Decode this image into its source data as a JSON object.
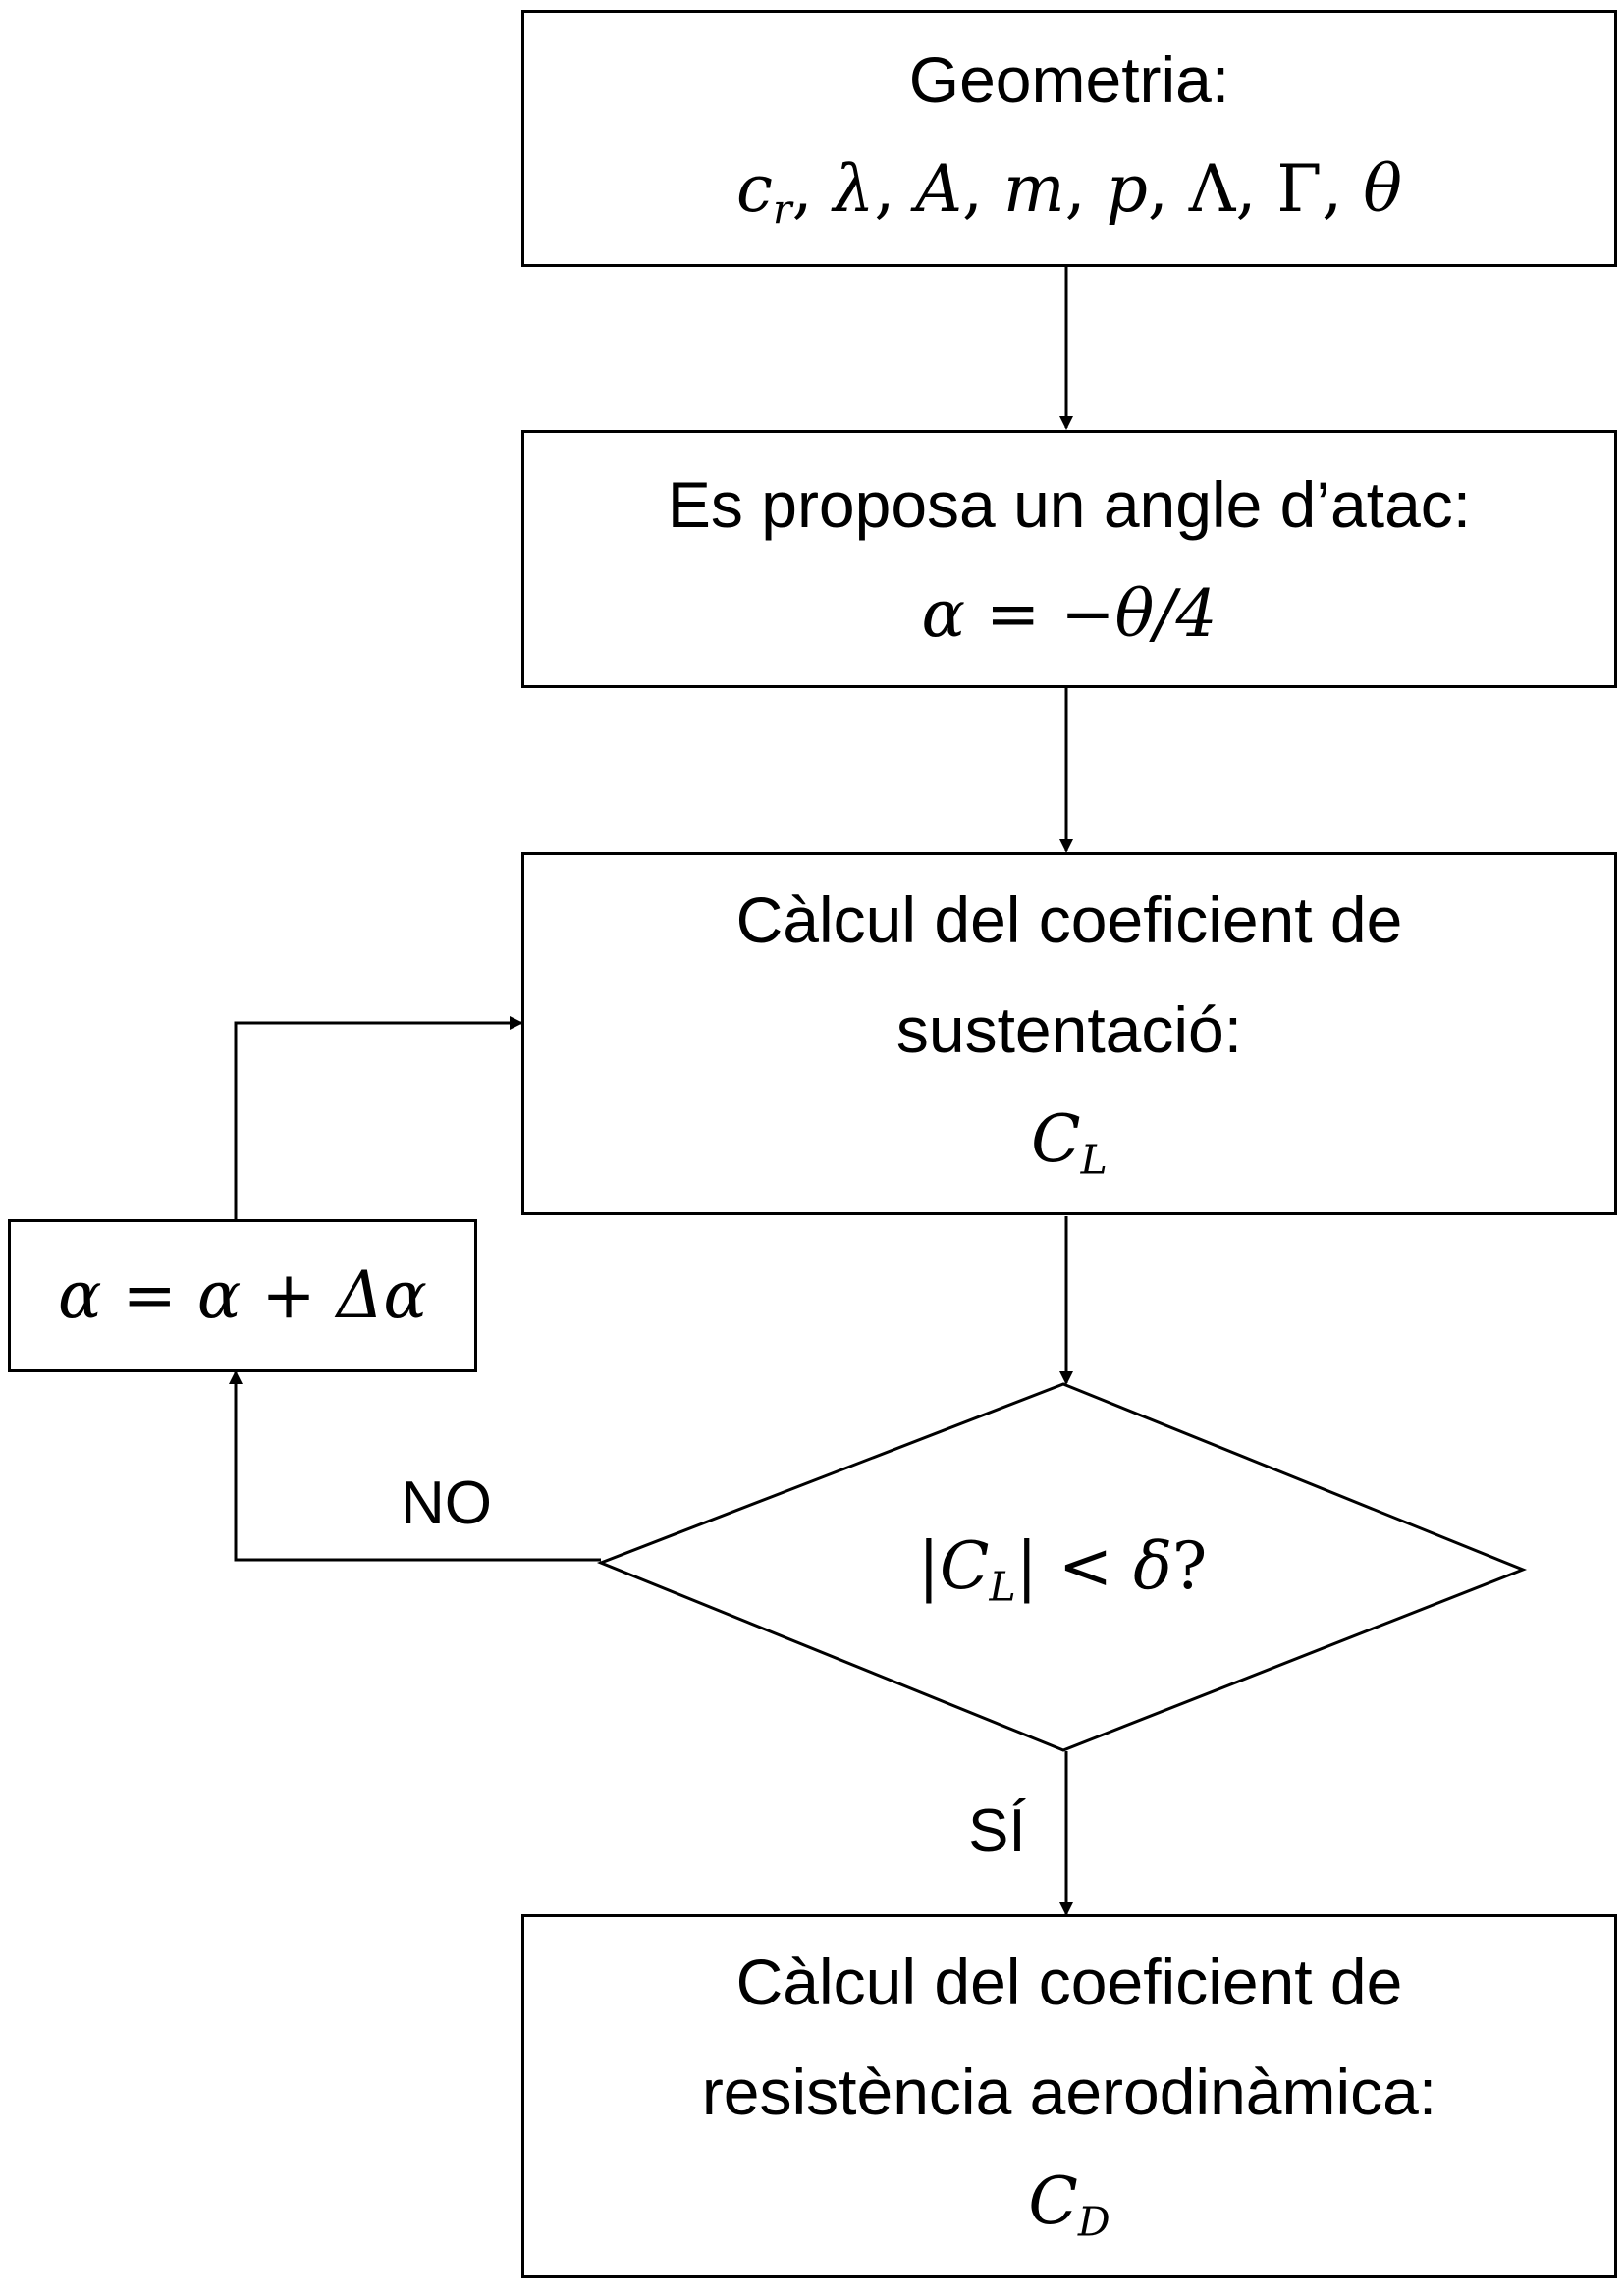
{
  "boxes": {
    "geometry": {
      "title": "Geometria:",
      "params": [
        "c",
        "r",
        "λ",
        "A",
        "m",
        "p",
        "Λ",
        "Γ",
        "θ"
      ]
    },
    "initial_angle": {
      "title": "Es proposa un angle d’atac:",
      "formula": "α = −θ/4"
    },
    "lift_calc": {
      "title_line1": "Càlcul del coeficient de",
      "title_line2": "sustentació:",
      "symbol": "C",
      "subscript": "L"
    },
    "update": {
      "formula": "α = α + Δα"
    },
    "condition": {
      "abs_open": "|",
      "symbol": "C",
      "subscript": "L",
      "abs_close": "| < δ",
      "question": "?"
    },
    "drag_calc": {
      "title_line1": "Càlcul del coeficient de",
      "title_line2": "resistència aerodinàmica:",
      "symbol": "C",
      "subscript": "D"
    }
  },
  "labels": {
    "no": "NO",
    "yes": "SÍ"
  }
}
